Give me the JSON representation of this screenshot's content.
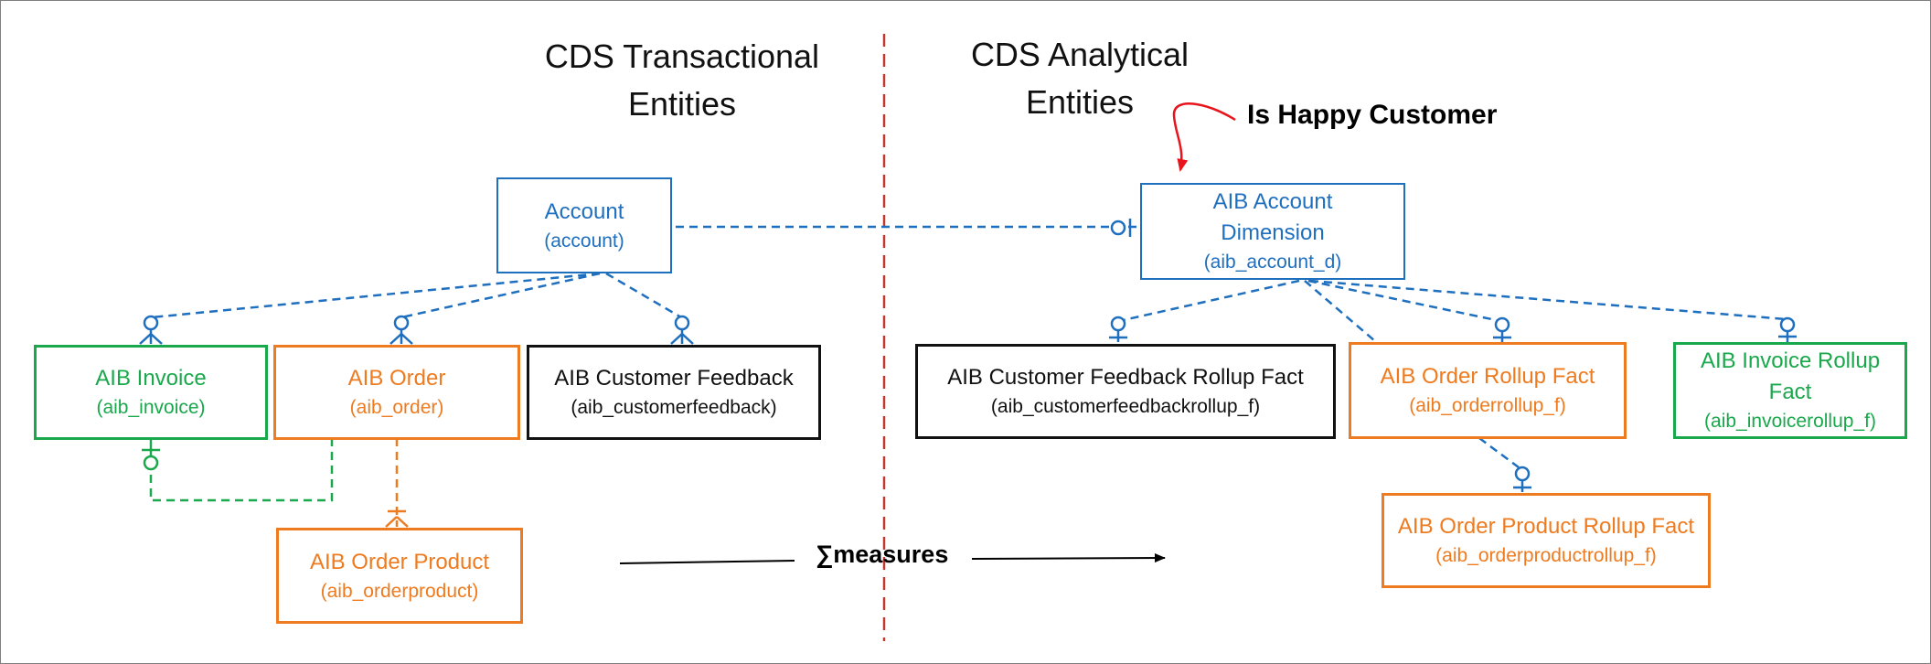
{
  "sections": {
    "transactional": [
      "CDS Transactional",
      "Entities"
    ],
    "analytical": [
      "CDS Analytical",
      "Entities"
    ]
  },
  "annotation": "Is Happy Customer",
  "measures_label": "∑measures",
  "colors": {
    "blue": "#1f6fbf",
    "green": "#19a84b",
    "orange": "#ee7b1f",
    "black": "#111111",
    "divider": "#c0392b",
    "annotation_arrow": "#e8141c"
  },
  "entities": {
    "account": {
      "name": "Account",
      "tech": "(account)"
    },
    "aib_invoice": {
      "name": "AIB Invoice",
      "tech": "(aib_invoice)"
    },
    "aib_order": {
      "name": "AIB Order",
      "tech": "(aib_order)"
    },
    "aib_customer_feedback": {
      "name": "AIB Customer Feedback",
      "tech": "(aib_customerfeedback)"
    },
    "aib_order_product": {
      "name": "AIB Order Product",
      "tech": "(aib_orderproduct)"
    },
    "aib_account_dimension": {
      "name": "AIB Account Dimension",
      "tech": "(aib_account_d)"
    },
    "aib_customer_feedback_rollup_fact": {
      "name": "AIB Customer Feedback Rollup Fact",
      "tech": "(aib_customerfeedbackrollup_f)"
    },
    "aib_order_rollup_fact": {
      "name": "AIB Order Rollup Fact",
      "tech": "(aib_orderrollup_f)"
    },
    "aib_invoice_rollup_fact": {
      "name": "AIB Invoice Rollup Fact",
      "tech": "(aib_invoicerollup_f)"
    },
    "aib_order_product_rollup_fact": {
      "name": "AIB Order Product Rollup Fact",
      "tech": "(aib_orderproductrollup_f)"
    }
  }
}
